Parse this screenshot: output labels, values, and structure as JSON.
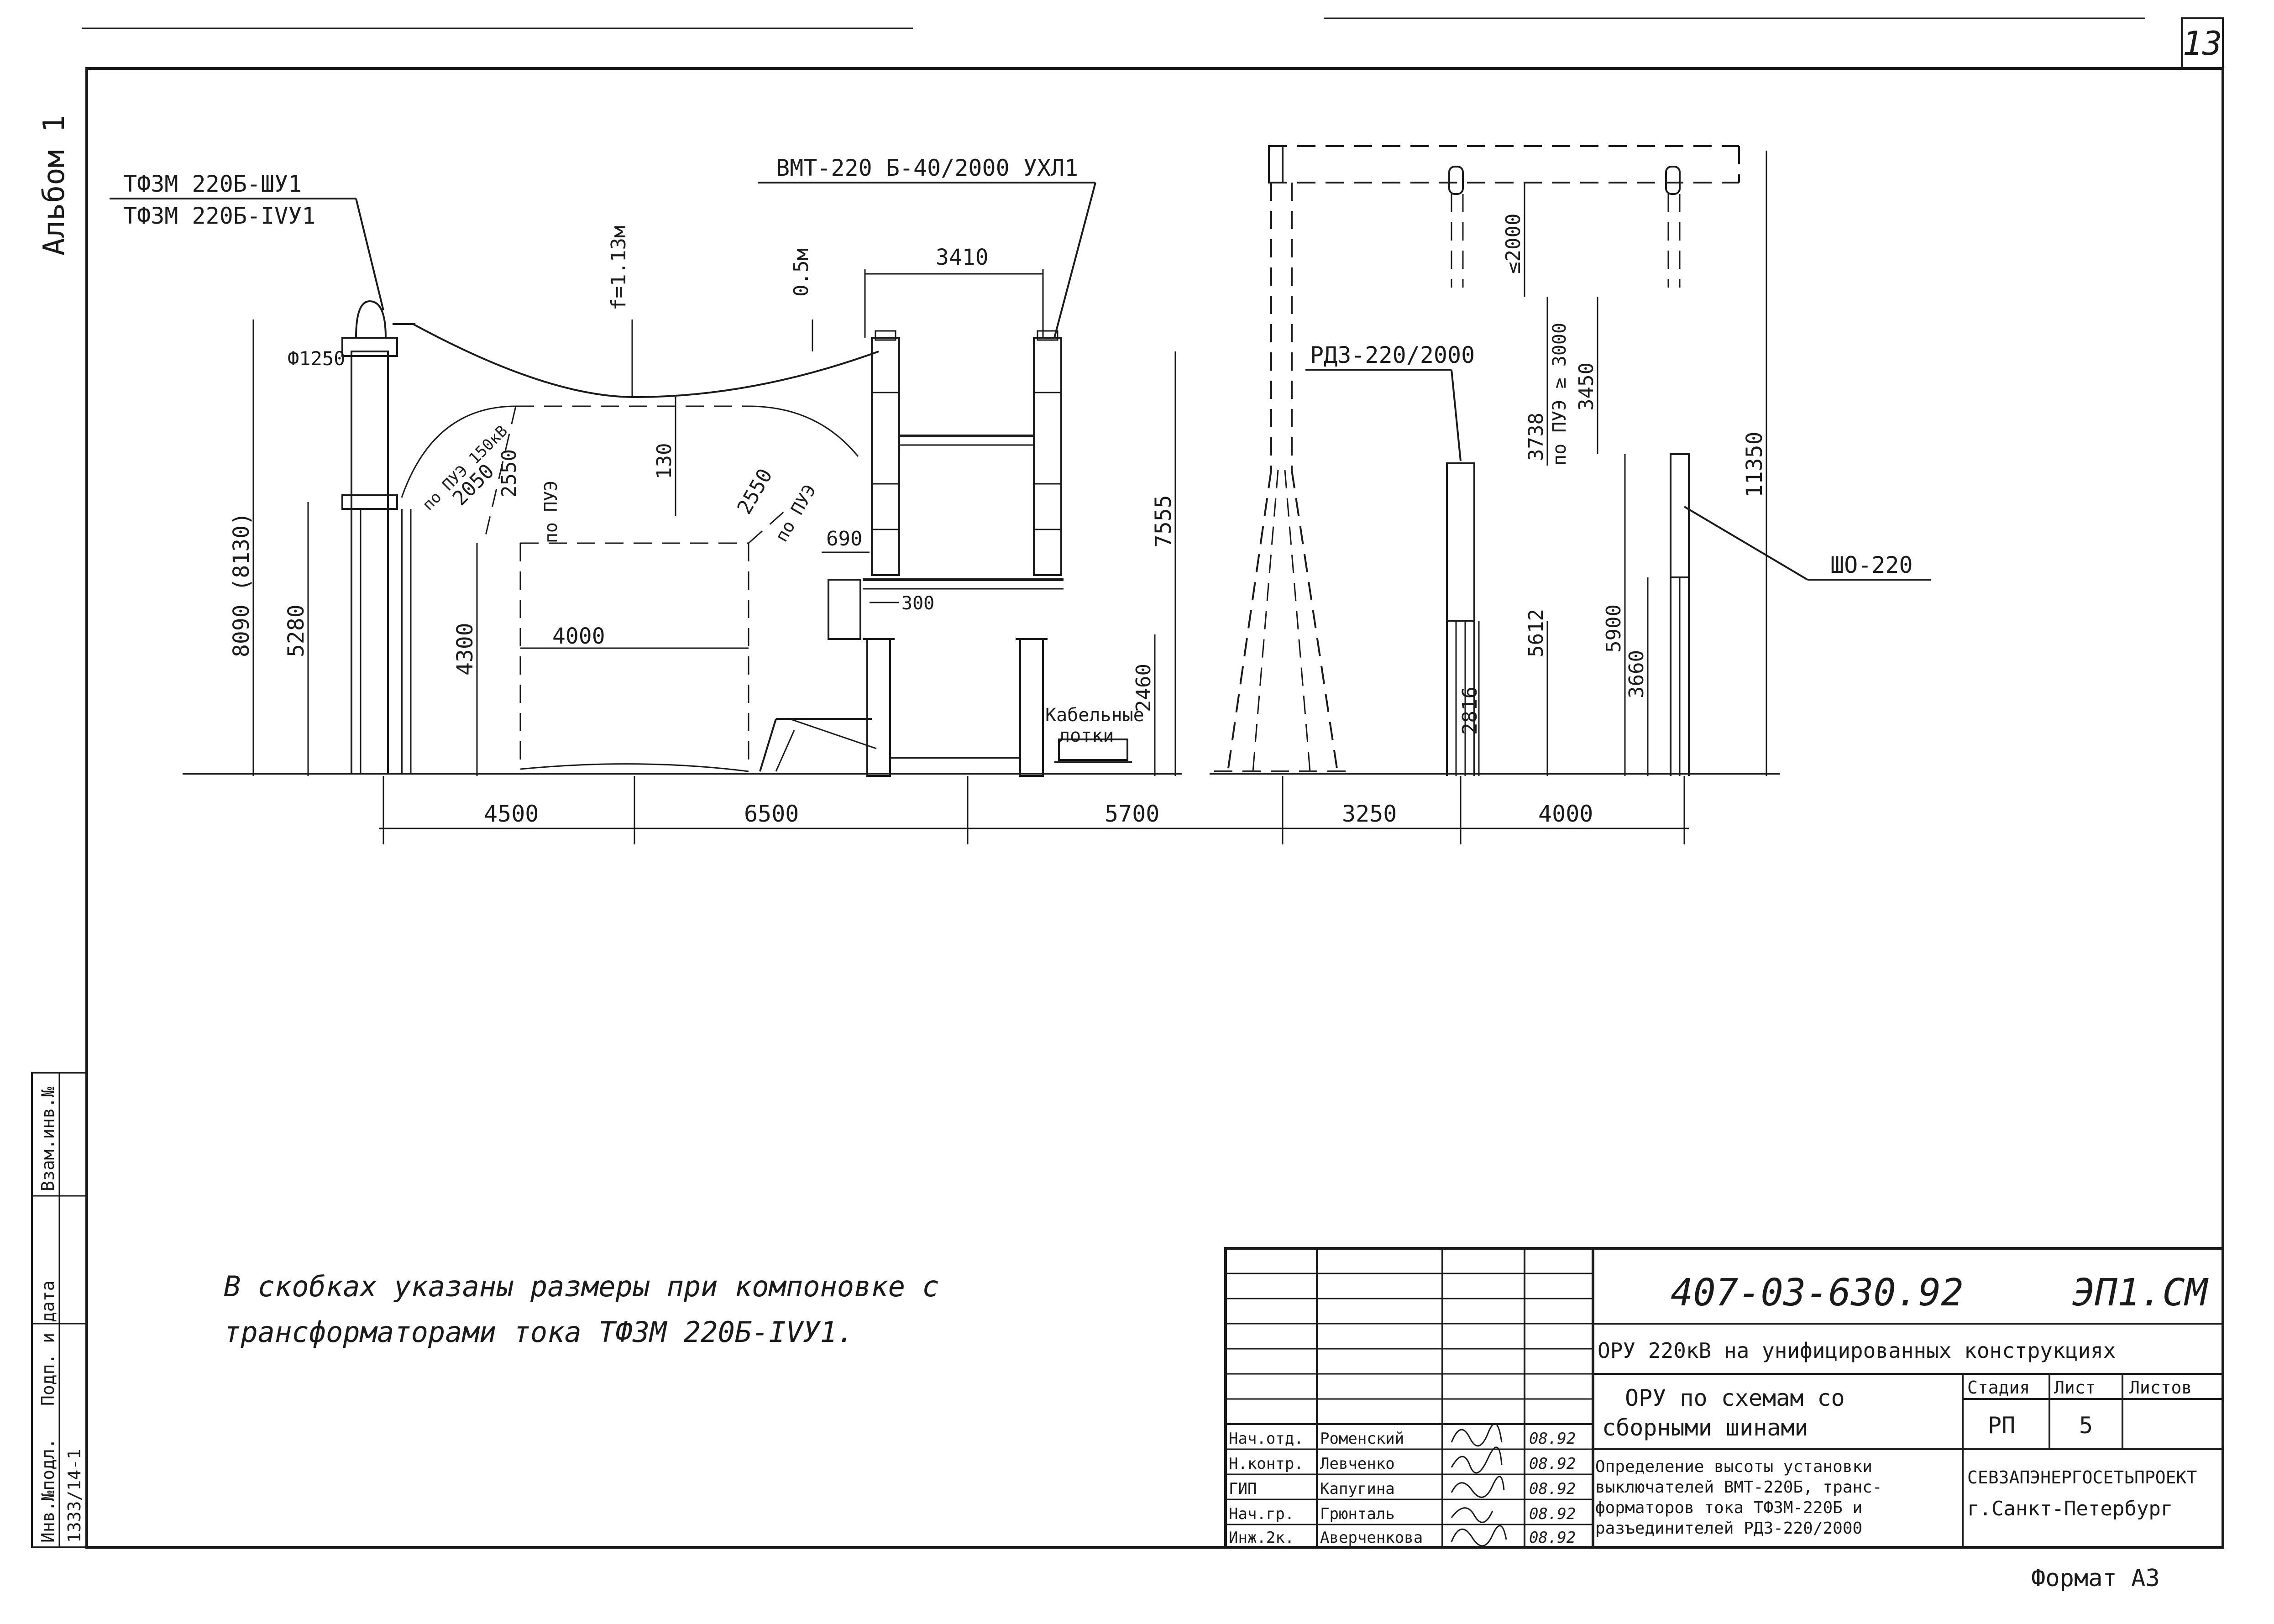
{
  "sheet": {
    "page_number": "13",
    "album_label": "Альбом 1",
    "format_label": "Формат А3"
  },
  "side_stamp": {
    "fields": [
      "Инв.№подл.",
      "Подп. и дата",
      "Взам.инв.№"
    ],
    "inventory_number": "1333/14-1"
  },
  "drawing": {
    "labels": {
      "ct_upper": "ТФЗМ 220Б-ШУ1",
      "ct_lower": "ТФЗМ 220Б-IVУ1",
      "breaker": "ВМТ-220 Б-40/2000 УХЛ1",
      "disconnector": "РДЗ-220/2000",
      "insulator": "ШО-220",
      "sag": "f=1.13м",
      "cable_tray_1": "Кабельные",
      "cable_tray_2": "лотки",
      "diameter": "Ф1250",
      "clearance_pue_1": "по ПУЭ",
      "clearance_pue_2": "по ПУЭ",
      "clearance_150": "по ПУЭ 150кВ",
      "pue_3000": "по ПУЭ ≥ 3000"
    },
    "dimensions": {
      "d_8090": "8090 (8130)",
      "d_5280": "5280",
      "d_4300": "4300",
      "d_2550_left": "2550",
      "d_2050": "2050",
      "d_2550_right": "2550",
      "d_130": "130",
      "d_4000": "4000",
      "d_0_5m": "0.5м",
      "d_3410": "3410",
      "d_690": "690",
      "d_300": "300",
      "d_7555": "7555",
      "d_2460": "2460",
      "d_2000": "≤2000",
      "d_3738": "3738",
      "d_3450": "3450",
      "d_11350": "11350",
      "d_5612": "5612",
      "d_2816": "2816",
      "d_5900": "5900",
      "d_3660": "3660",
      "b_4500": "4500",
      "b_6500": "6500",
      "b_5700": "5700",
      "b_3250": "3250",
      "b_4000": "4000"
    }
  },
  "note": {
    "line1": "В скобках указаны размеры при компоновке с",
    "line2": "трансформаторами тока  ТФЗМ 220Б-IVУ1."
  },
  "title_block": {
    "doc_code": "407-03-630.92",
    "sheet_code": "ЭП1.СМ",
    "project_title": "ОРУ 220кВ на унифицированных конструкциях",
    "section_title_1": "ОРУ по схемам со",
    "section_title_2": "сборными шинами",
    "stage_header": "Стадия",
    "sheet_header": "Лист",
    "sheets_header": "Листов",
    "stage_value": "РП",
    "sheet_value": "5",
    "sheets_value": "",
    "description_1": "Определение высоты установки",
    "description_2": "выключателей ВМТ-220Б, транс-",
    "description_3": "форматоров тока ТФЗМ-220Б и",
    "description_4": "разъединителей РДЗ-220/2000",
    "organization_1": "СЕВЗАПЭНЕРГОСЕТЬПРОЕКТ",
    "organization_2": "г.Санкт-Петербург",
    "signatories": [
      {
        "role": "Нач.отд.",
        "name": "Роменский",
        "date": "08.92"
      },
      {
        "role": "Н.контр.",
        "name": "Левченко",
        "date": "08.92"
      },
      {
        "role": "ГИП",
        "name": "Капугина",
        "date": "08.92"
      },
      {
        "role": "Нач.гр.",
        "name": "Грюнталь",
        "date": "08.92"
      },
      {
        "role": "Инж.2к.",
        "name": "Аверченкова",
        "date": "08.92"
      }
    ]
  }
}
